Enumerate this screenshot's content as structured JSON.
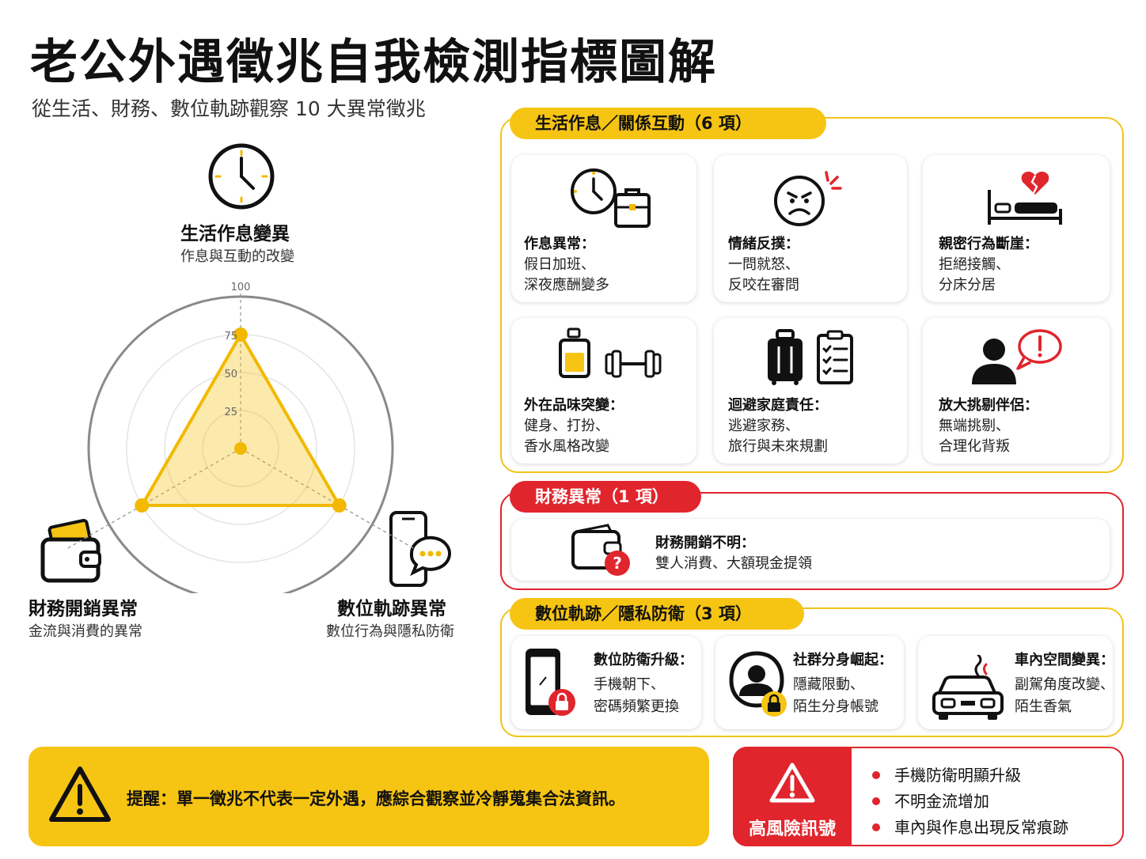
{
  "title": "老公外遇徵兆自我檢測指標圖解",
  "subtitle": "從生活、財務、數位軌跡觀察 10 大異常徵兆",
  "radar": {
    "axes": [
      {
        "title": "生活作息變異",
        "subtitle": "作息與互動的改變",
        "icon": "clock-icon"
      },
      {
        "title": "財務開銷異常",
        "subtitle": "金流與消費的異常",
        "icon": "wallet-icon"
      },
      {
        "title": "數位軌跡異常",
        "subtitle": "數位行為與隱私防衛",
        "icon": "phone-chat-icon"
      }
    ],
    "ticks": [
      "25",
      "50",
      "75",
      "100"
    ]
  },
  "chart_data": {
    "type": "radar",
    "axes": [
      "生活作息變異",
      "數位軌跡異常",
      "財務開銷異常"
    ],
    "values": [
      75,
      75,
      75
    ],
    "rmax": 100,
    "rticks": [
      25,
      50,
      75,
      100
    ],
    "colors": {
      "fill": "#f6c413",
      "stroke": "#f2b900"
    }
  },
  "sections": {
    "life": {
      "header": "生活作息／關係互動（6 項）",
      "cards": [
        {
          "title": "作息異常：",
          "lines": [
            "假日加班、",
            "深夜應酬變多"
          ],
          "icon": "clock-briefcase-icon"
        },
        {
          "title": "情緒反撲：",
          "lines": [
            "一問就怒、",
            "反咬在審問"
          ],
          "icon": "angry-face-icon"
        },
        {
          "title": "親密行為斷崖：",
          "lines": [
            "拒絕接觸、",
            "分床分居"
          ],
          "icon": "bed-broken-heart-icon"
        },
        {
          "title": "外在品味突變：",
          "lines": [
            "健身、打扮、",
            "香水風格改變"
          ],
          "icon": "perfume-dumbbell-icon"
        },
        {
          "title": "迴避家庭責任：",
          "lines": [
            "逃避家務、",
            "旅行與未來規劃"
          ],
          "icon": "luggage-checklist-icon"
        },
        {
          "title": "放大挑剔伴侶：",
          "lines": [
            "無端挑剔、",
            "合理化背叛"
          ],
          "icon": "person-alert-icon"
        }
      ]
    },
    "finance": {
      "header": "財務異常（1 項）",
      "cards": [
        {
          "title": "財務開銷不明：",
          "lines": [
            "雙人消費、大額現金提領"
          ],
          "icon": "wallet-question-icon"
        }
      ]
    },
    "digital": {
      "header": "數位軌跡／隱私防衛（3 項）",
      "cards": [
        {
          "title": "數位防衛升級：",
          "lines": [
            "手機朝下、",
            "密碼頻繁更換"
          ],
          "icon": "phone-lock-icon"
        },
        {
          "title": "社群分身崛起：",
          "lines": [
            "隱藏限動、",
            "陌生分身帳號"
          ],
          "icon": "profile-lock-icon"
        },
        {
          "title": "車內空間變異：",
          "lines": [
            "副駕角度改變、",
            "陌生香氣"
          ],
          "icon": "car-scent-icon"
        }
      ]
    }
  },
  "reminder": {
    "text": "提醒：單一徵兆不代表一定外遇，應綜合觀察並冷靜蒐集合法資訊。",
    "icon": "warning-icon"
  },
  "high_risk": {
    "label": "高風險訊號",
    "icon": "warning-white-icon",
    "items": [
      "手機防衛明顯升級",
      "不明金流增加",
      "車內與作息出現反常痕跡"
    ]
  },
  "colors": {
    "yellow": "#f6c413",
    "red": "#e0252d",
    "text": "#111111"
  }
}
